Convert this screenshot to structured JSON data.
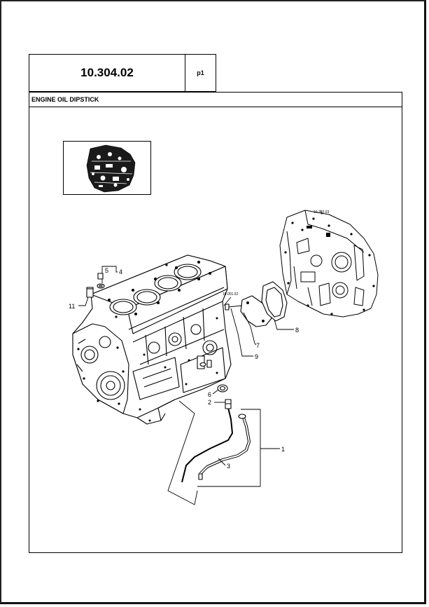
{
  "header": {
    "code": "10.304.02",
    "page": "p1"
  },
  "title": "ENGINE OIL DIPSTICK",
  "refs": {
    "ref_a": "10.001.02",
    "ref_b": "10.102.03"
  },
  "callouts": {
    "c1": "1",
    "c2": "2",
    "c3": "3",
    "c4": "4",
    "c5": "5",
    "c6": "6",
    "c7": "7",
    "c8": "8",
    "c9": "9",
    "c11": "11"
  },
  "icons": {
    "thumbnail": "engine-thumbnail-icon",
    "engine_block": "engine-block-drawing",
    "flywheel_housing": "flywheel-housing-drawing"
  }
}
